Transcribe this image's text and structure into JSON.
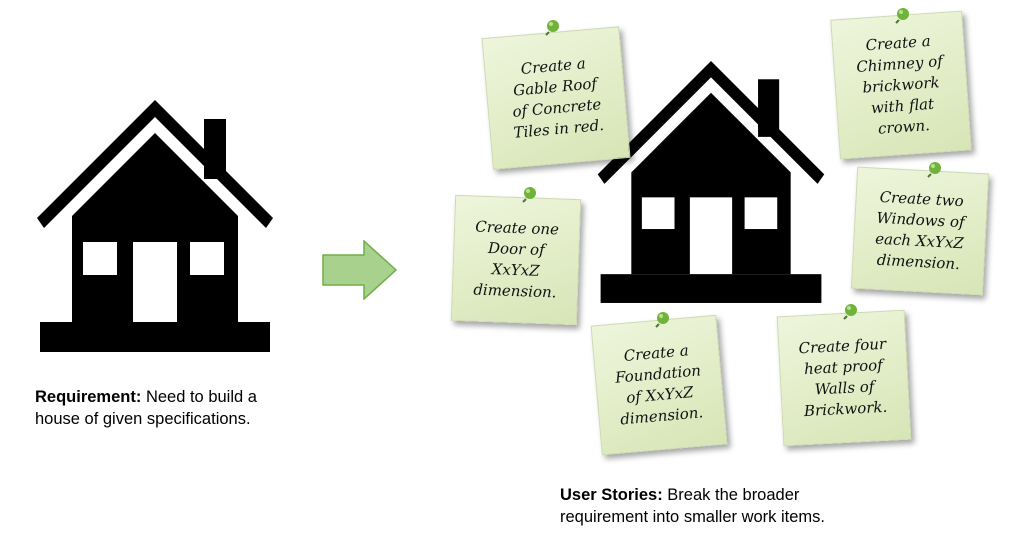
{
  "left": {
    "caption_bold": "Requirement:",
    "caption_rest": " Need to build a house of given specifications."
  },
  "right": {
    "caption_bold": "User Stories:",
    "caption_rest": " Break the broader requirement into smaller work items."
  },
  "notes": [
    {
      "text": "Create a\nGable Roof\nof Concrete\nTiles in red."
    },
    {
      "text": "Create a\nChimney of\nbrickwork\nwith flat\ncrown."
    },
    {
      "text": "Create one\nDoor of\nXxYxZ\ndimension."
    },
    {
      "text": "Create two\nWindows of\neach XxYxZ\ndimension."
    },
    {
      "text": "Create a\nFoundation\nof XxYxZ\ndimension."
    },
    {
      "text": "Create four\nheat proof\nWalls of\nBrickwork."
    }
  ],
  "colors": {
    "house": "#000000",
    "arrow_fill": "#a9d18e",
    "arrow_stroke": "#70ad47",
    "note": "#e2edc7",
    "pin": "#6fb33a"
  }
}
